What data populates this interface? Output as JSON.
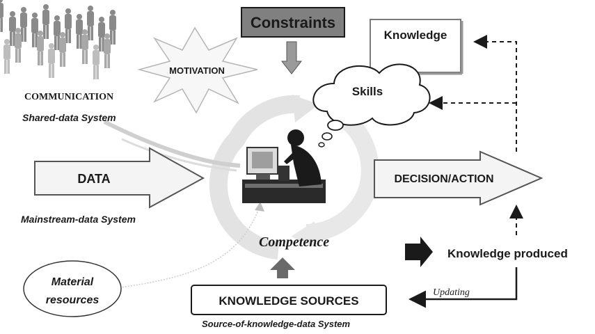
{
  "labels": {
    "constraints": "Constraints",
    "knowledge": "Knowledge",
    "motivation": "MOTIVATION",
    "skills": "Skills",
    "communication": "COMMUNICATION",
    "shared_data_system": "Shared-data System",
    "data": "DATA",
    "mainstream_data_system": "Mainstream-data System",
    "decision_action": "DECISION/ACTION",
    "competence": "Competence",
    "knowledge_produced": "Knowledge produced",
    "material_resources_line1": "Material",
    "material_resources_line2": "resources",
    "updating": "Updating",
    "knowledge_sources": "KNOWLEDGE SOURCES",
    "source_of_knowledge_system": "Source-of-knowledge-data System"
  },
  "colors": {
    "constraints_fill": "#808080",
    "arrow_fill": "#f4f4f4",
    "cycle_arrow": "#e6e6e6",
    "dark": "#1a1a1a",
    "people": "#8a8a8a"
  },
  "icons": [
    "people-crowd-icon",
    "person-at-computer-icon",
    "thought-cloud-icon",
    "motivation-star-icon"
  ]
}
